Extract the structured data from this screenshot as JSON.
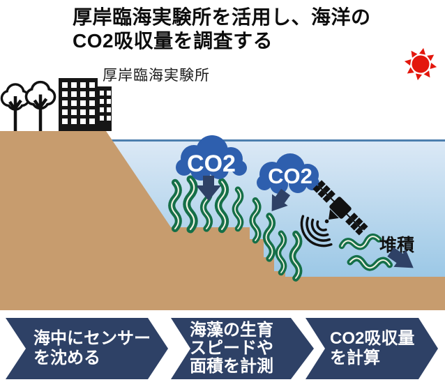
{
  "header": {
    "title_line1": "厚岸臨海実験所を活用し、海洋の",
    "title_line2": "CO2吸収量を調査する"
  },
  "scene": {
    "facility_label": "厚岸臨海実験所",
    "cloud1_label": "CO2",
    "cloud2_label": "CO2",
    "sediment_label": "堆積",
    "icons": [
      "sun-icon",
      "tree-icon",
      "building-icon",
      "co2-cloud-icon",
      "down-arrow-icon",
      "satellite-icon",
      "signal-waves-icon",
      "kelp-icon",
      "floating-seaweed-icon",
      "sediment-arrow-icon"
    ]
  },
  "process_steps": [
    {
      "lines": [
        "海中にセンサー",
        "を沈める"
      ]
    },
    {
      "lines": [
        "海藻の生育",
        "スピードや",
        "面積を計測"
      ]
    },
    {
      "lines": [
        "CO2吸収量",
        "を計算"
      ]
    }
  ],
  "colors": {
    "step_navy": "#2e4166",
    "cloud_blue": "#2e5fae",
    "land_tan": "#c79c6e",
    "kelp_green": "#156f48",
    "sun_red": "#e3170d",
    "water_top": "#dce9f6",
    "water_bottom": "#8cc0e2",
    "waterline": "#4d7fae"
  }
}
